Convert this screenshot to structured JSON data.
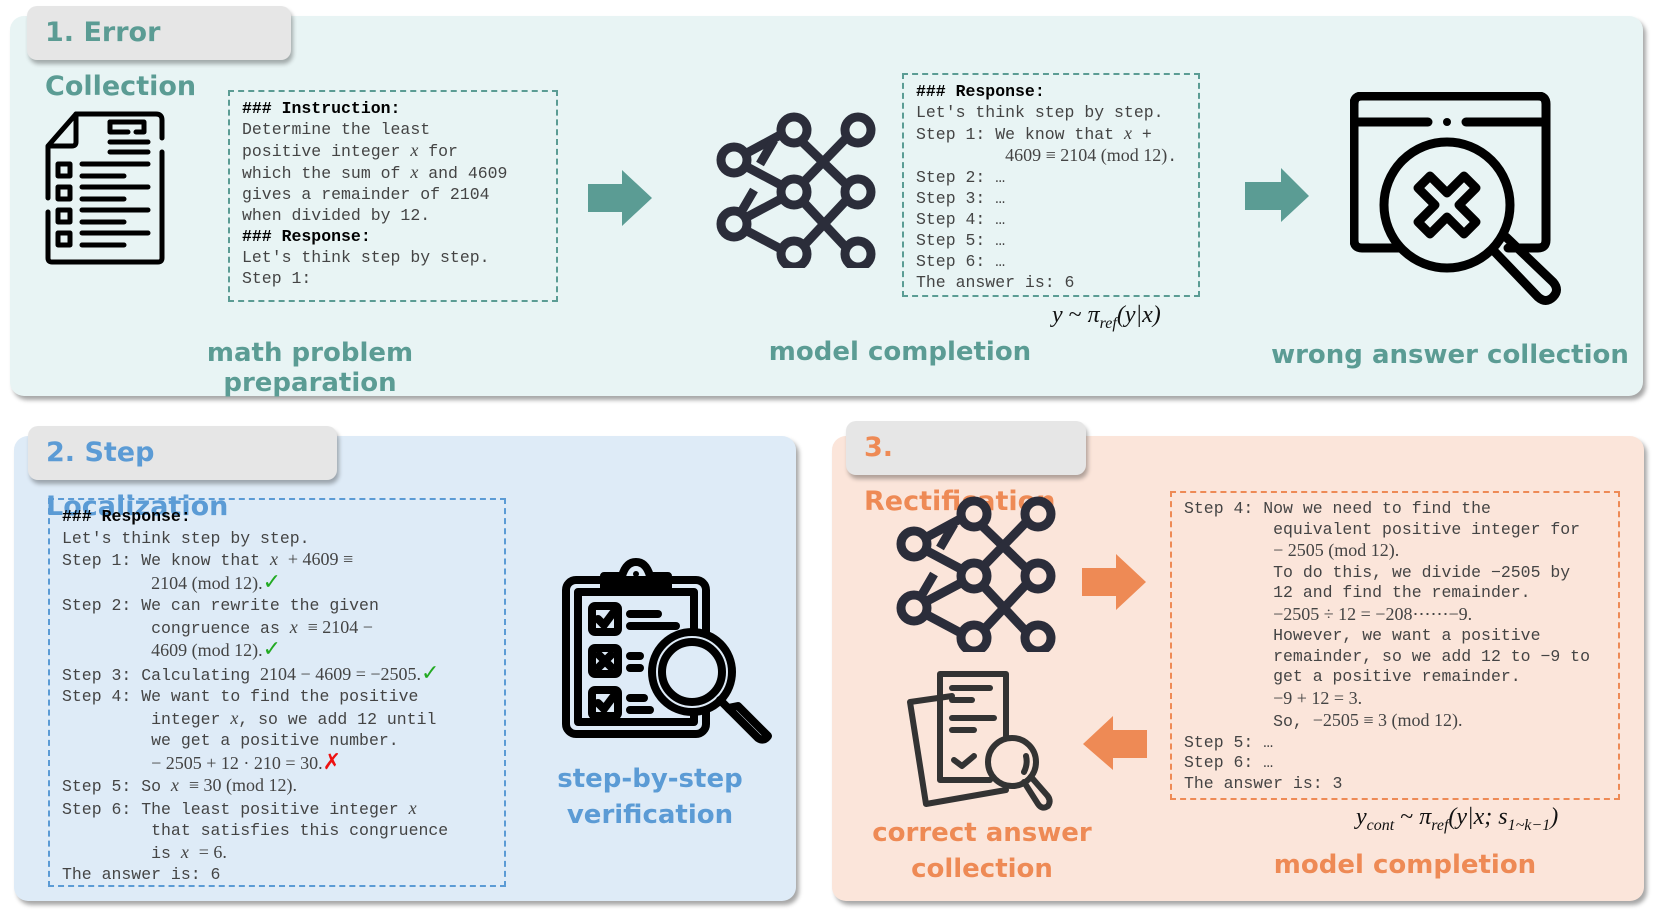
{
  "colors": {
    "teal": "#5b9c94",
    "blue": "#5b9bd5",
    "orange": "#ee8a55",
    "check": "#22aa22",
    "cross": "#ee1111",
    "icon_dark": "#2b2d3a"
  },
  "section1": {
    "title": "1. Error Collection",
    "instruction_box": {
      "header1": "### Instruction:",
      "lines": [
        "Determine the least",
        "positive integer",
        "for",
        "which the sum of",
        "and 4609",
        "gives a remainder of 2104",
        "when divided by 12."
      ],
      "header2": "### Response:",
      "resp1": "Let's think step by step.",
      "resp2": "Step 1:",
      "var": "x"
    },
    "completion_box": {
      "header": "### Response:",
      "l1": "Let's think step by step.",
      "l2": "Step 1: We know that",
      "l2b": "+",
      "l3": "4609 ≡ 2104 (mod 12)",
      "steps": [
        "Step 2: …",
        "Step 3: …",
        "Step 4: …",
        "Step 5: …",
        "Step 6: …"
      ],
      "answer": "The answer is: 6"
    },
    "formula": {
      "y": "y",
      "tilde": " ~ ",
      "pi": "π",
      "sub": "ref",
      "args": "(y|x)"
    },
    "captions": {
      "prep": "math problem preparation",
      "completion": "model completion",
      "wrong": "wrong answer collection"
    },
    "icons": [
      "document-checklist-icon",
      "arrow-right-icon",
      "neural-network-icon",
      "arrow-right-icon",
      "browser-magnifier-x-icon"
    ]
  },
  "section2": {
    "title": "2. Step Localization",
    "box": {
      "header": "### Response:",
      "l0": "Let's think step by step.",
      "s1a": "Step 1: We know that ",
      "s1a_m": "+ 4609 ≡",
      "s1b": "2104 (mod 12).",
      "s2a": "Step 2: We can rewrite the given",
      "s2b": "congruence as ",
      "s2b_m": "≡ 2104 −",
      "s2c": "4609 (mod 12).",
      "s3": "Step 3: Calculating ",
      "s3_m": "2104 − 4609 = −2505.",
      "s4a": "Step 4: We want to find the positive",
      "s4b1": "integer ",
      "s4b2": ", so we add 12 until",
      "s4c": "we get a positive number.",
      "s4d": "− 2505 + 12 · 210 = 30.",
      "s5": "Step 5: So ",
      "s5_m": "≡ 30 (mod 12).",
      "s6a": "Step 6: The least positive integer ",
      "s6b": "that satisfies this congruence",
      "s6c": "is ",
      "s6c_m": "= 6.",
      "answer": "The answer is: 6",
      "var": "x",
      "check": "✓",
      "cross": "✗"
    },
    "caption_line1": "step-by-step",
    "caption_line2": "verification"
  },
  "section3": {
    "title": "3. Rectification",
    "box": {
      "l1": "Step 4: Now we need to find the",
      "l2": "equivalent positive integer for",
      "l3": "− 2505 (mod 12).",
      "l4": "To do this, we divide −2505 by",
      "l5": "12 and find the remainder.",
      "l6": "−2505 ÷ 12 = −208⋯⋯−9.",
      "l7": "However, we want a positive",
      "l8": "remainder, so we add 12 to −9 to",
      "l9": "get a positive remainder.",
      "l10": "−9 + 12 = 3.",
      "l11a": "So, ",
      "l11b": "−2505 ≡ 3 (mod 12).",
      "l12": "Step 5: …",
      "l13": "Step 6: …",
      "l14": "The answer is: 3"
    },
    "formula": {
      "y": "y",
      "ysub": "cont",
      "tilde": " ~ ",
      "pi": "π",
      "sub": "ref",
      "args1": "(y|x; s",
      "ssub": "1~k−1",
      "args2": ")"
    },
    "captions": {
      "correct_line1": "correct answer",
      "correct_line2": "collection",
      "completion": "model completion"
    }
  }
}
